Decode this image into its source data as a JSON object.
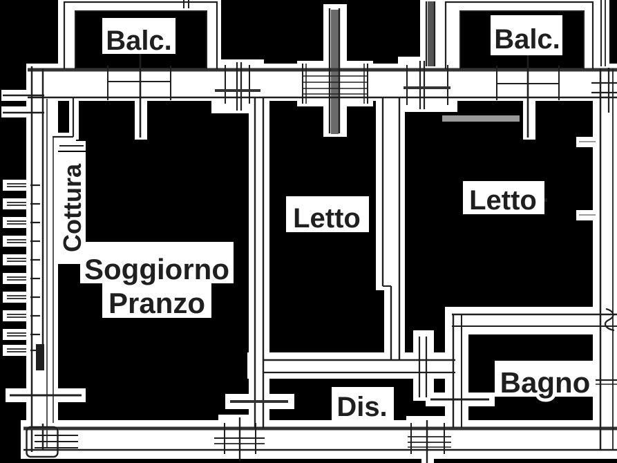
{
  "floor_plan": {
    "labels": {
      "balcony_left": "Balc.",
      "balcony_right": "Balc.",
      "kitchenette": "Cottura",
      "living_dining_line1": "Soggiorno",
      "living_dining_line2": "Pranzo",
      "bedroom_center": "Letto",
      "bedroom_right": "Letto",
      "hallway": "Dis.",
      "bathroom": "Bagno"
    },
    "colors": {
      "background": "#000000",
      "halo": "#ffffff",
      "line": "#1f1f1f",
      "line_soft": "#333333",
      "gray_accent": "#9a9a9a"
    }
  }
}
